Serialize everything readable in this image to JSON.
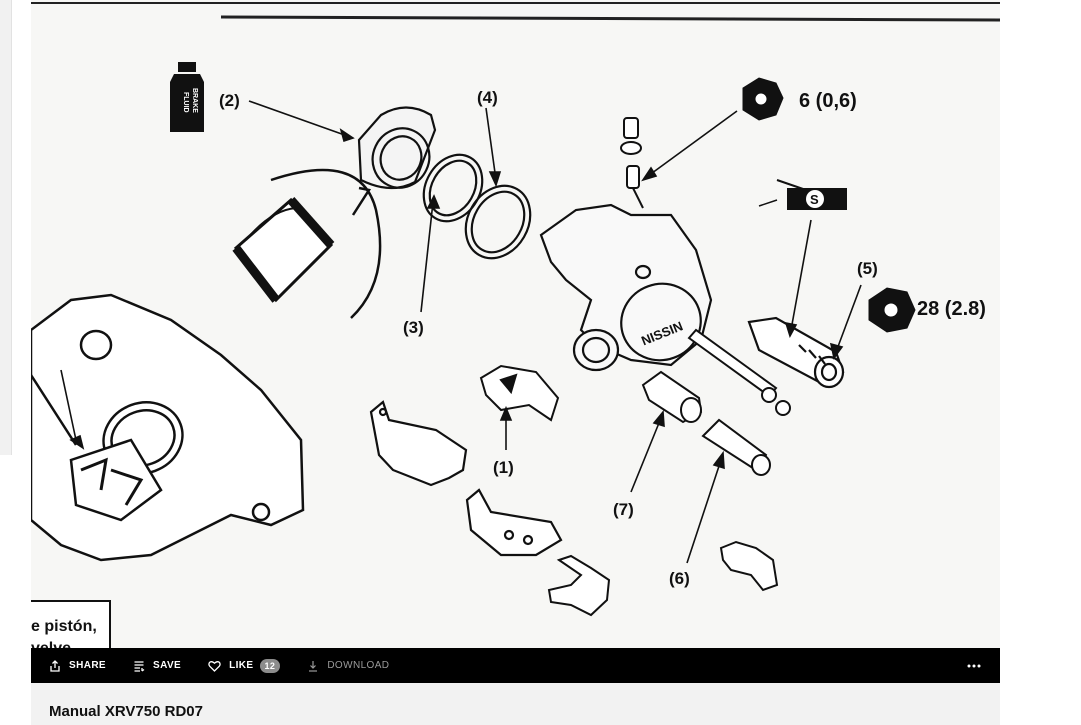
{
  "diagram": {
    "labels": {
      "l2": "(2)",
      "l3": "(3)",
      "l4": "(4)",
      "l5": "(5)",
      "l1": "(1)",
      "l7": "(7)",
      "l6": "(6)",
      "torque_small": "6 (0,6)",
      "torque_large": "28 (2.8)"
    },
    "bottle_text": "BRAKE FLUID",
    "caliper_text": "NISSIN",
    "grease_symbol": "S",
    "note_line1": "e pistón,",
    "note_line2": "velve"
  },
  "toolbar": {
    "share_label": "SHARE",
    "save_label": "SAVE",
    "like_label": "LIKE",
    "like_count": "12",
    "download_label": "DOWNLOAD"
  },
  "caption": {
    "title": "Manual XRV750 RD07"
  }
}
